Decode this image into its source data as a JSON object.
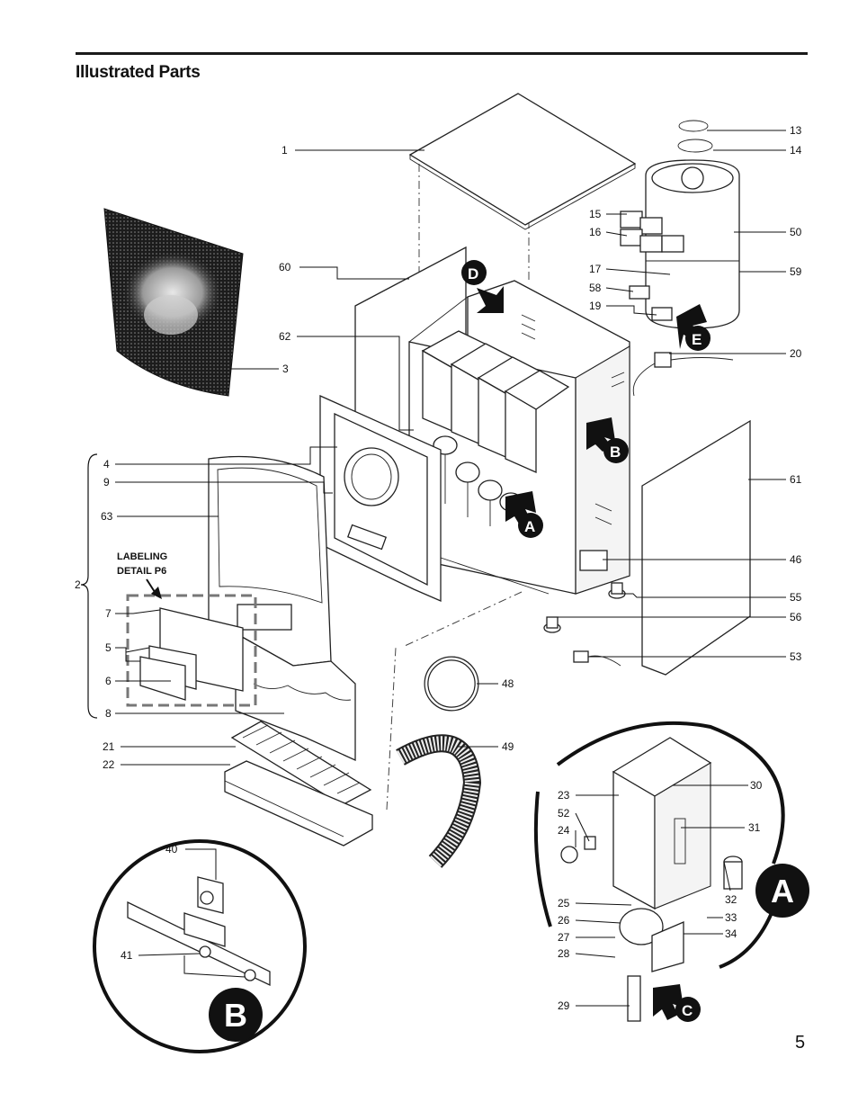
{
  "page": {
    "title": "Illustrated Parts",
    "page_number": "5",
    "labeling_detail": [
      "LABELING",
      "DETAIL P6"
    ]
  },
  "callouts": {
    "c1": "1",
    "c2": "2",
    "c3": "3",
    "c4": "4",
    "c5": "5",
    "c6": "6",
    "c7": "7",
    "c8": "8",
    "c9": "9",
    "c13": "13",
    "c14": "14",
    "c15": "15",
    "c16": "16",
    "c17": "17",
    "c19": "19",
    "c20": "20",
    "c21": "21",
    "c22": "22",
    "c23": "23",
    "c24": "24",
    "c25": "25",
    "c26": "26",
    "c27": "27",
    "c28": "28",
    "c29": "29",
    "c30": "30",
    "c31": "31",
    "c32": "32",
    "c33": "33",
    "c34": "34",
    "c40": "40",
    "c41": "41",
    "c46": "46",
    "c48": "48",
    "c49": "49",
    "c50": "50",
    "c52": "52",
    "c53": "53",
    "c55": "55",
    "c56": "56",
    "c58": "58",
    "c59": "59",
    "c60": "60",
    "c61": "61",
    "c62": "62",
    "c63": "63"
  },
  "detail_markers": {
    "a": "A",
    "b": "B",
    "c": "C",
    "d": "D",
    "e": "E"
  },
  "detail_views": {
    "a": "A",
    "b": "B"
  }
}
